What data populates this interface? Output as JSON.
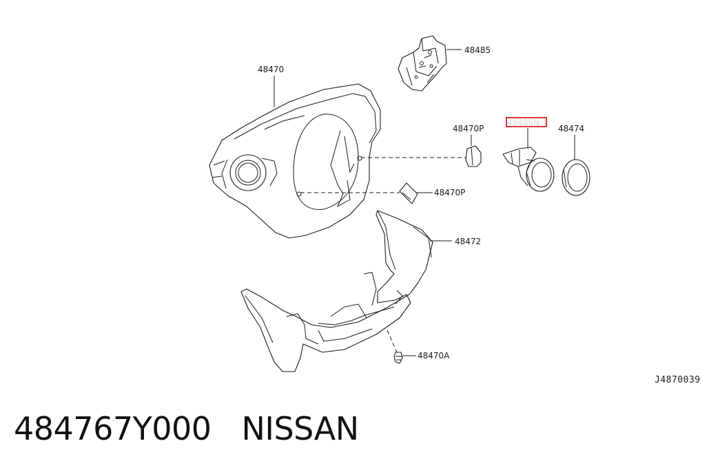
{
  "parts": {
    "p48485": "48485",
    "p48470": "48470",
    "p48470P_a": "48470P",
    "p48486N": "48486N",
    "p48474": "48474",
    "p48470P_b": "48470P",
    "p48472": "48472",
    "p48470A": "48470A"
  },
  "drawing_number": "J4870039",
  "footer": {
    "part_number": "484767Y000",
    "brand": "NISSAN"
  },
  "colors": {
    "highlight": "#e0000a",
    "line": "#1a1a1a"
  }
}
